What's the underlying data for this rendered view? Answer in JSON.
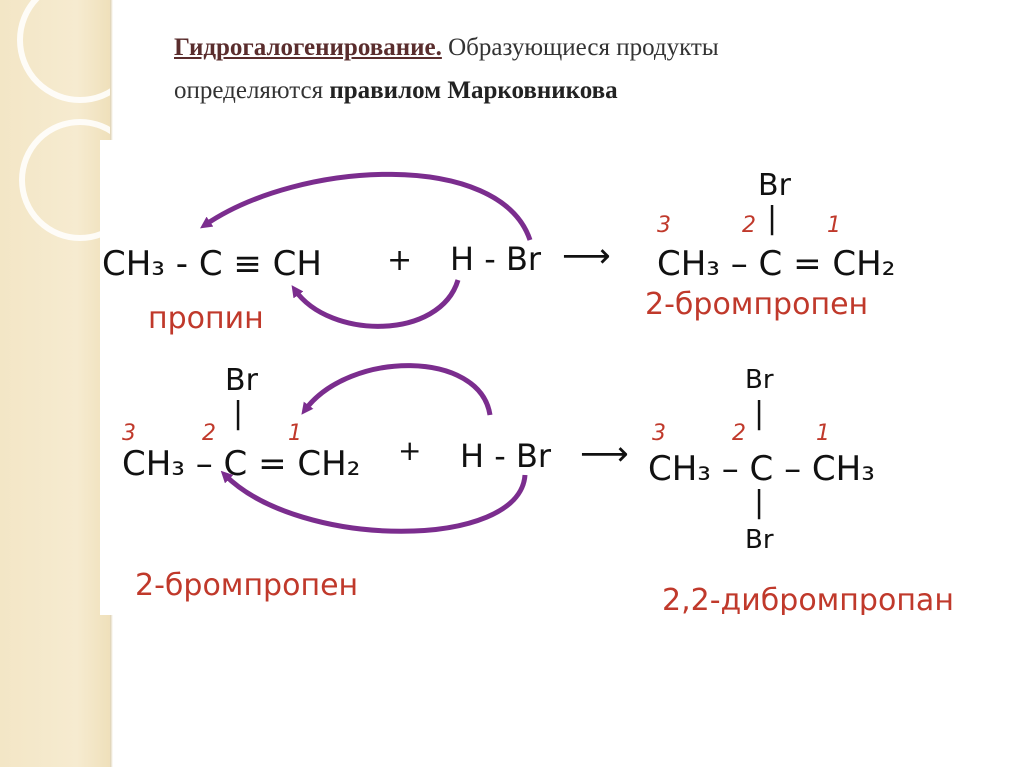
{
  "title": {
    "bold_part": "Гидрогалогенирование.",
    "text_part": " Образующиеся продукты",
    "line2_text": "определяются ",
    "line2_bold": "правилом Марковникова"
  },
  "reaction1": {
    "reactant": "CH₃ - C ≡ CH",
    "plus": "+",
    "reagent": "H - Br",
    "arrow": "⟶",
    "product_sub": "Br",
    "product_bar": "|",
    "product": "CH₃ – C = CH₂",
    "numbers": [
      "3",
      "2",
      "1"
    ],
    "reactant_name": "пропин",
    "product_name": "2-бромпропен"
  },
  "reaction2": {
    "reactant_sub": "Br",
    "reactant_bar": "|",
    "reactant": "CH₃ – C = CH₂",
    "reactant_numbers": [
      "3",
      "2",
      "1"
    ],
    "plus": "+",
    "reagent": "H - Br",
    "arrow": "⟶",
    "product_top": "Br",
    "product_bottom": "Br",
    "product_bar_top": "|",
    "product_bar_bottom": "|",
    "product": "CH₃ – C – CH₃",
    "product_numbers": [
      "3",
      "2",
      "1"
    ],
    "reactant_name": "2-бромпропен",
    "product_name": "2,2-дибромпропан"
  },
  "colors": {
    "arrow_purple": "#7b2d8e",
    "name_red": "#c0392b",
    "page_band": "#f3e6c6"
  }
}
